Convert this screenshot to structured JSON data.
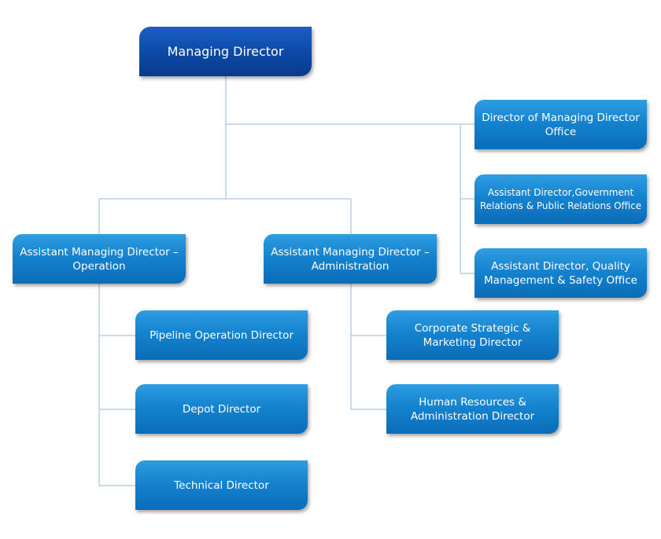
{
  "chart": {
    "managing_director": "Managing Director",
    "director_md_office": "Director of Managing Director Office",
    "assistant_director_gov_pr": "Assistant Director,Government Relations & Public Relations Office",
    "assistant_director_quality": "Assistant Director, Quality Management & Safety Office",
    "amd_operation": "Assistant Managing Director – Operation",
    "amd_administration": "Assistant Managing Director – Administration",
    "pipeline_operation_director": "Pipeline Operation Director",
    "depot_director": "Depot Director",
    "technical_director": "Technical Director",
    "corporate_strategic_director": "Corporate Strategic & Marketing Director",
    "hr_admin_director": "Human Resources & Administration Director"
  },
  "colors": {
    "box_blue": "#1583cf",
    "top_box_blue": "#0d4aa8",
    "connector": "#a9c8e8"
  }
}
